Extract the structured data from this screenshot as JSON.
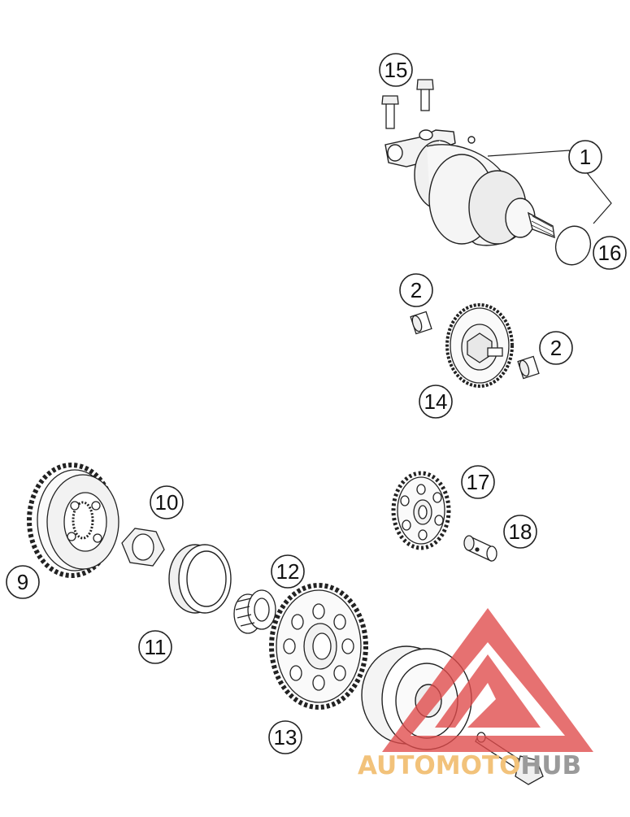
{
  "callouts": [
    {
      "id": "c1",
      "label": "1"
    },
    {
      "id": "c2a",
      "label": "2"
    },
    {
      "id": "c2b",
      "label": "2"
    },
    {
      "id": "c9",
      "label": "9"
    },
    {
      "id": "c10",
      "label": "10"
    },
    {
      "id": "c11",
      "label": "11"
    },
    {
      "id": "c12",
      "label": "12"
    },
    {
      "id": "c13",
      "label": "13"
    },
    {
      "id": "c14",
      "label": "14"
    },
    {
      "id": "c15",
      "label": "15"
    },
    {
      "id": "c16",
      "label": "16"
    },
    {
      "id": "c17",
      "label": "17"
    },
    {
      "id": "c18",
      "label": "18"
    }
  ],
  "watermark": {
    "text_auto": "AUTO",
    "text_moto": "MOTO",
    "text_hub": "HUB",
    "color_auto": "#f2c27a",
    "color_moto": "#f2c27a",
    "color_hub": "#9a9a9a",
    "logo_color": "#e04a4a"
  },
  "colors": {
    "line": "#222222",
    "part_fill": "#ffffff",
    "shade": "#dcdcdc"
  }
}
